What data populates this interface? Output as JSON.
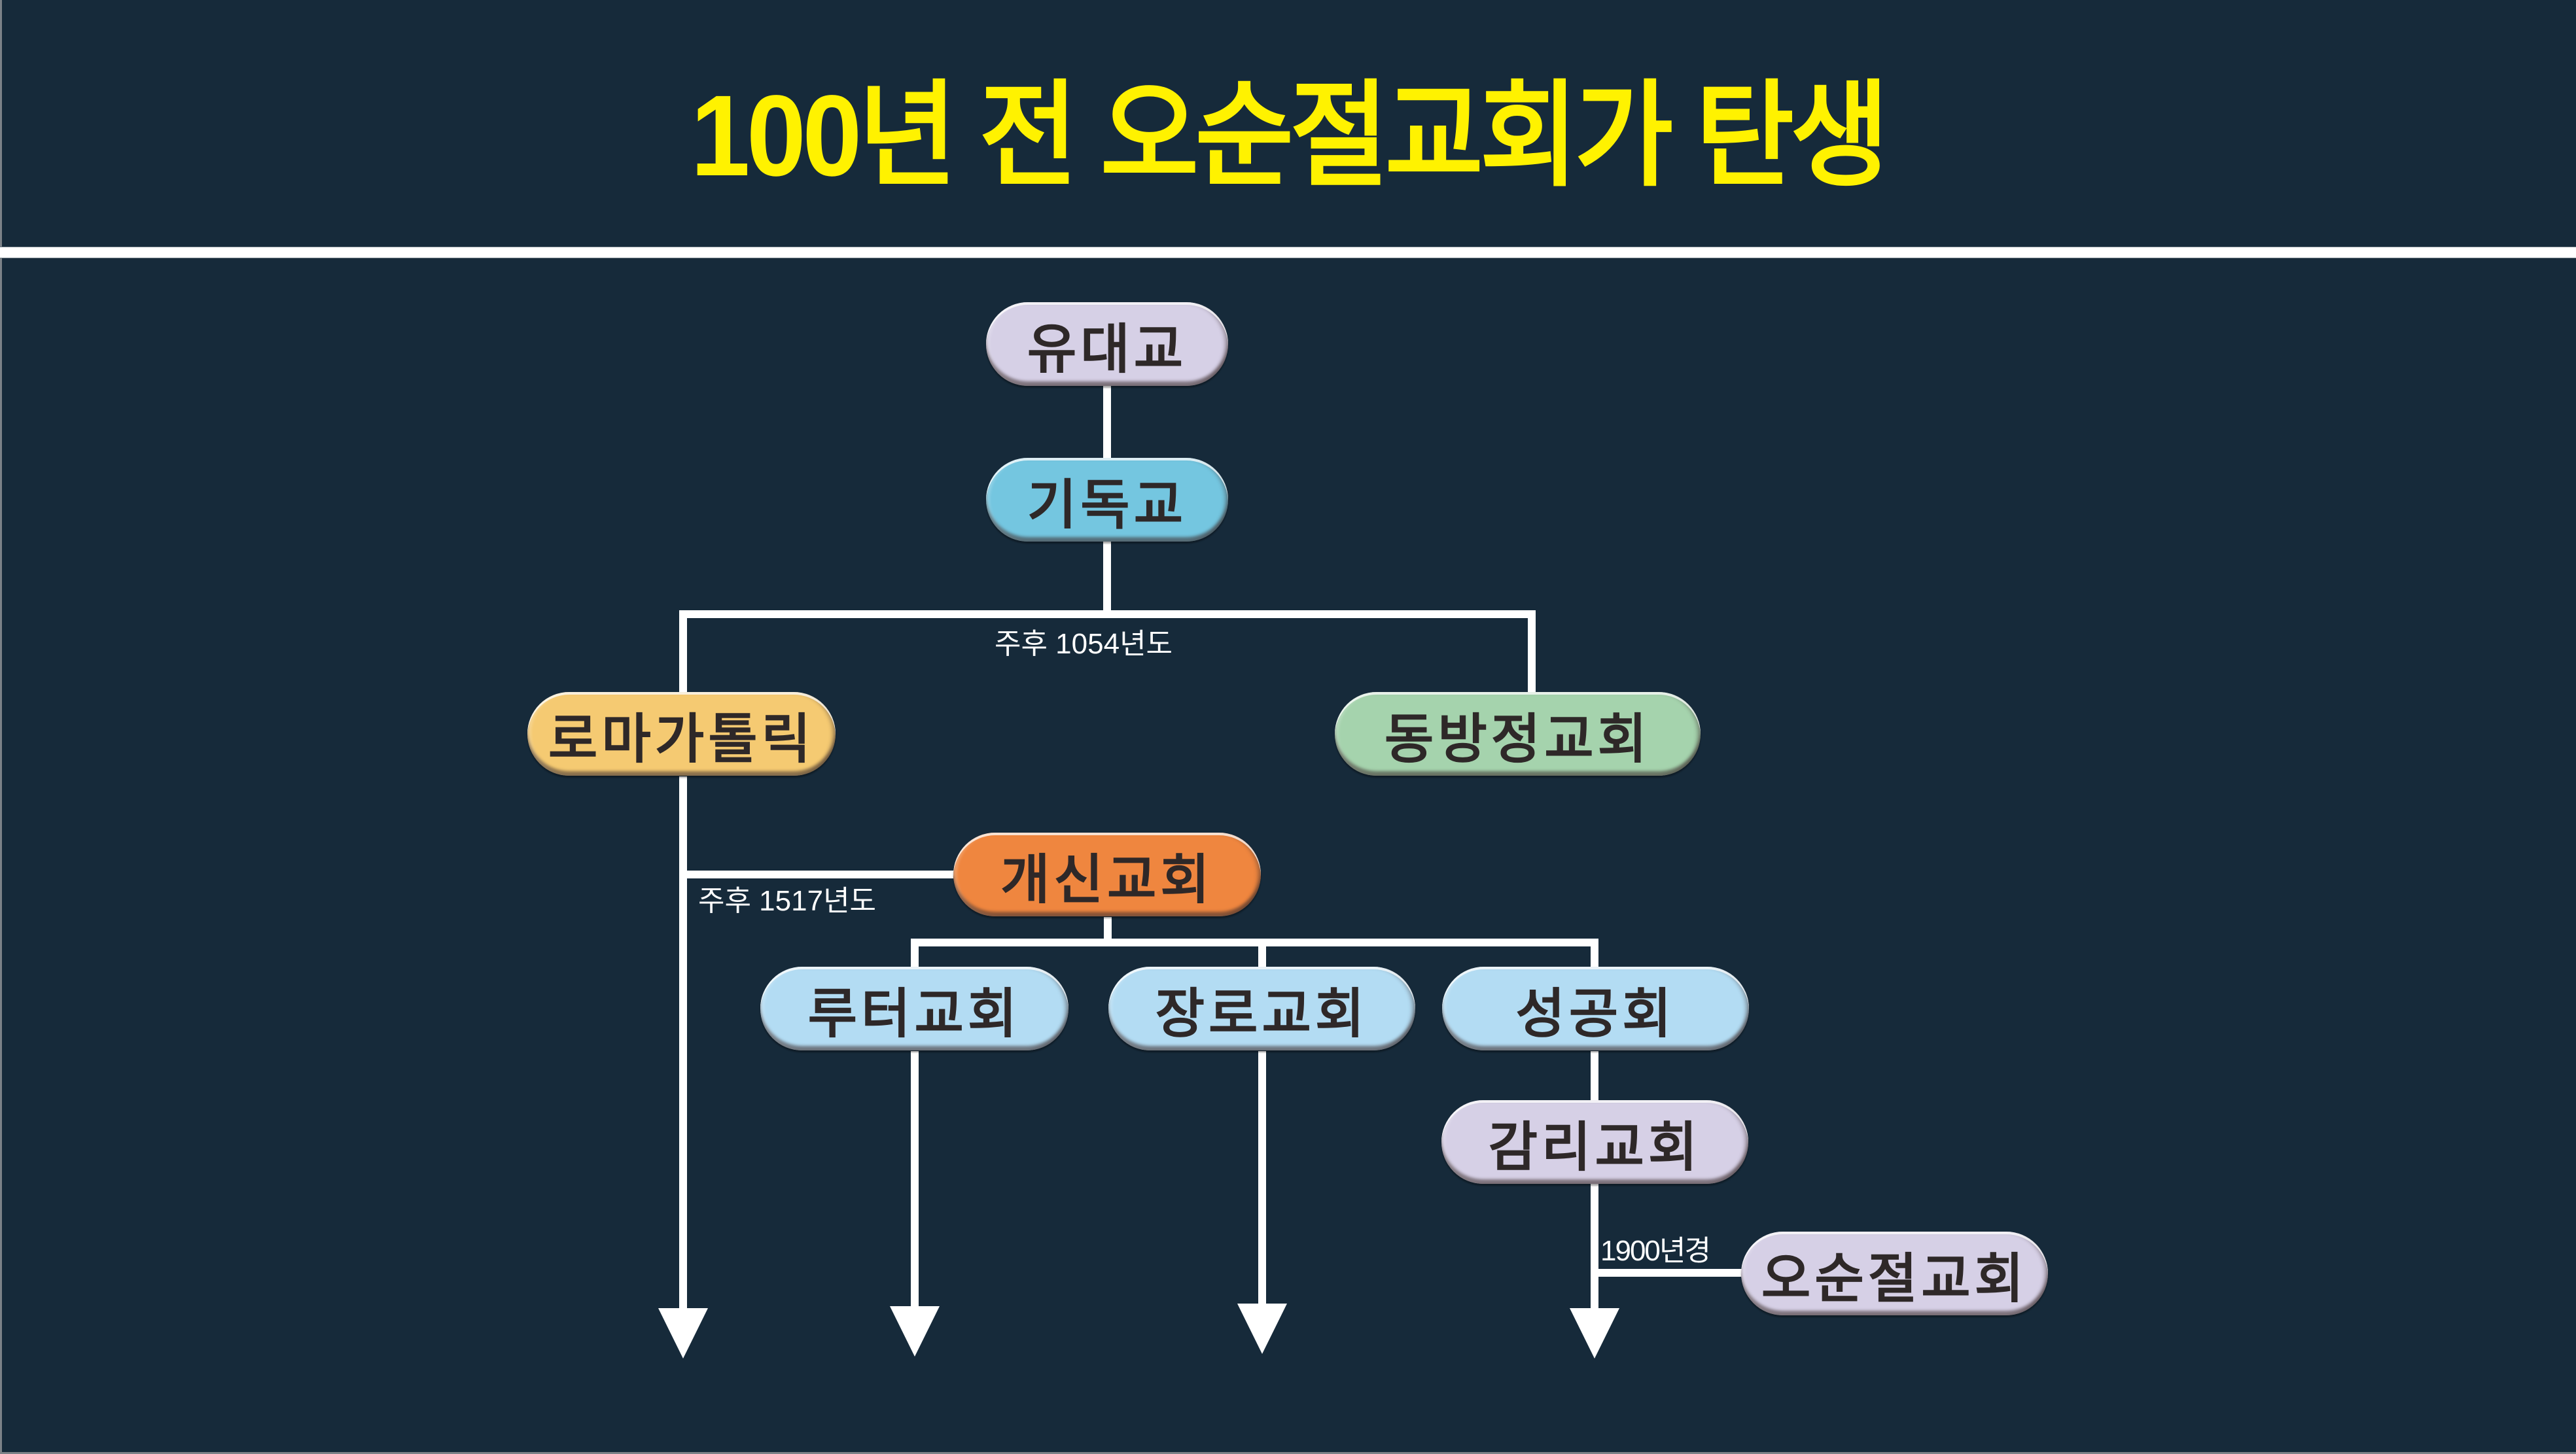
{
  "title": "100년 전 오순절교회가 탄생",
  "colors": {
    "background": "#162a3a",
    "title": "#fff200",
    "lavender": "#d6d0e6",
    "sky": "#74c6e0",
    "gold": "#f5ca72",
    "green": "#a5d3ad",
    "orange": "#ef863f",
    "light_blue": "#b3dcf3"
  },
  "nodes": {
    "judaism": "유대교",
    "christianity": "기독교",
    "roman_catholic": "로마가톨릭",
    "eastern_orthodox": "동방정교회",
    "protestant": "개신교회",
    "lutheran": "루터교회",
    "presbyterian": "장로교회",
    "anglican": "성공회",
    "methodist": "감리교회",
    "pentecostal": "오순절교회"
  },
  "labels": {
    "schism_1054": "주후 1054년도",
    "reformation_1517": "주후 1517년도",
    "pentecostal_1900": "1900년경"
  }
}
